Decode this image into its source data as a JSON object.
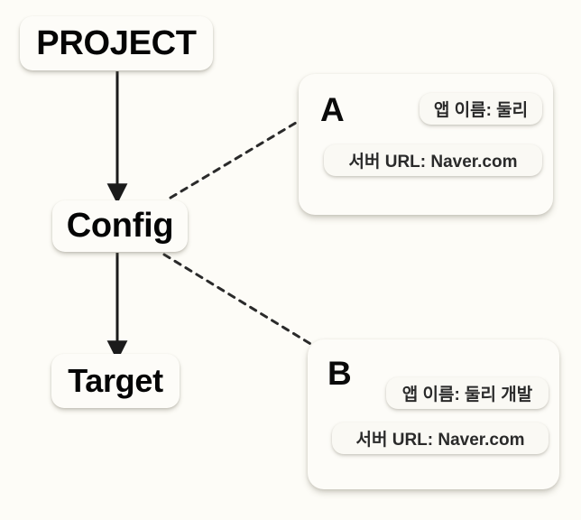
{
  "diagram": {
    "background_color": "#fdfcf7",
    "node_color": "#fdfcf8",
    "text_color": "#050505",
    "flow_nodes": [
      {
        "id": "project",
        "label": "PROJECT"
      },
      {
        "id": "config",
        "label": "Config"
      },
      {
        "id": "target",
        "label": "Target"
      }
    ],
    "groups": [
      {
        "id": "a",
        "letter": "A",
        "chips": [
          {
            "id": "app-name",
            "label": "앱 이름: 둘리"
          },
          {
            "id": "server-url",
            "label": "서버 URL: Naver.com"
          }
        ]
      },
      {
        "id": "b",
        "letter": "B",
        "chips": [
          {
            "id": "app-name",
            "label": "앱 이름: 둘리 개발"
          },
          {
            "id": "server-url",
            "label": "서버 URL: Naver.com"
          }
        ]
      }
    ],
    "edges": [
      {
        "id": "project-to-config",
        "from": "project",
        "to": "config",
        "style": "solid-arrow"
      },
      {
        "id": "config-to-target",
        "from": "config",
        "to": "target",
        "style": "solid-arrow"
      },
      {
        "id": "config-to-a",
        "from": "config",
        "to": "a",
        "style": "dashed"
      },
      {
        "id": "config-to-b",
        "from": "config",
        "to": "b",
        "style": "dashed"
      }
    ]
  }
}
